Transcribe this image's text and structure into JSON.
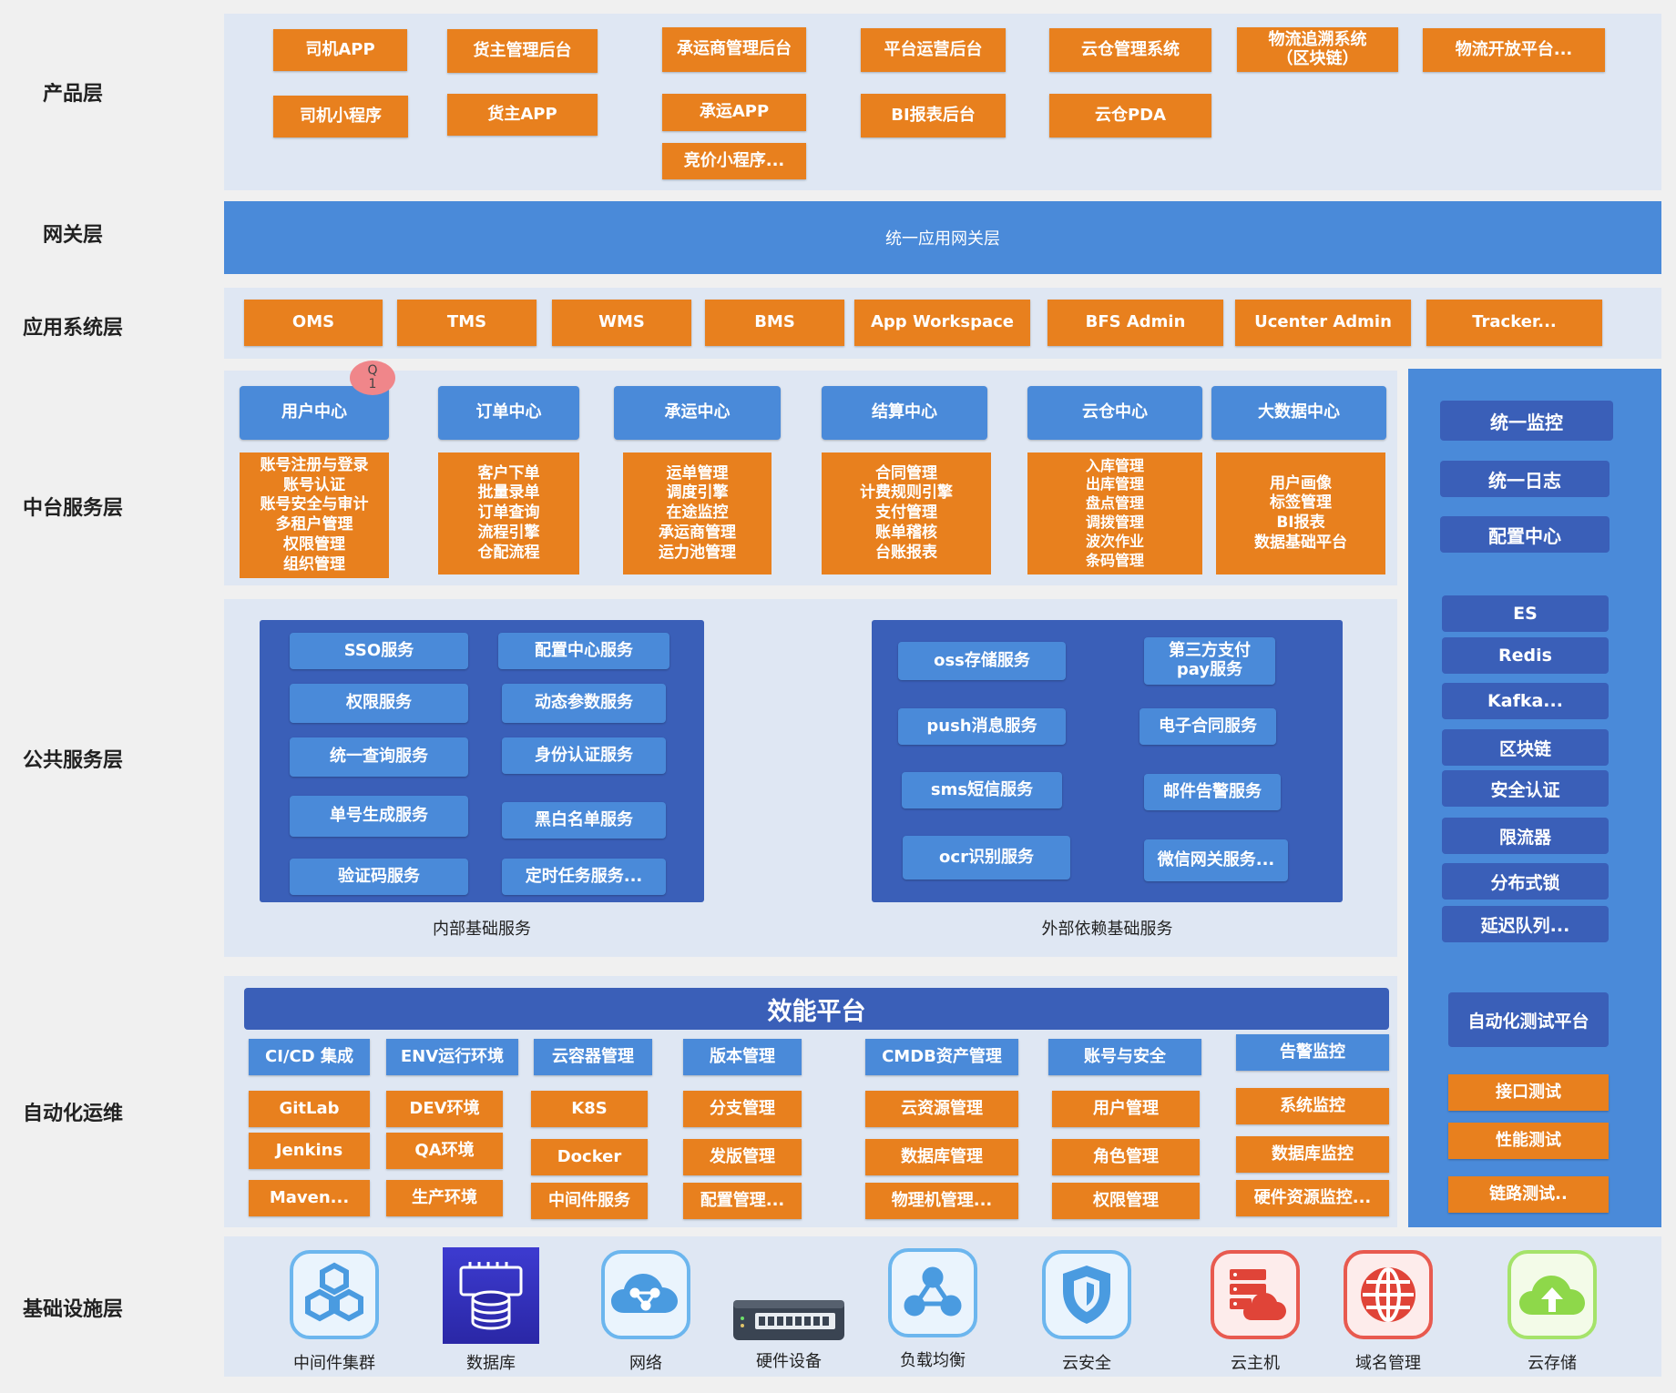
{
  "layers": {
    "product": "产品层",
    "gateway": "网关层",
    "app": "应用系统层",
    "middle": "中台服务层",
    "public": "公共服务层",
    "ops": "自动化运维",
    "infra": "基础设施层"
  },
  "product": {
    "driver_app": "司机APP",
    "shipper_admin": "货主管理后台",
    "carrier_admin": "承运商管理后台",
    "platform_admin": "平台运营后台",
    "cloud_wms": "云仓管理系统",
    "trace_system": "物流追溯系统\n（区块链）",
    "open_platform": "物流开放平台...",
    "driver_mini": "司机小程序",
    "shipper_app": "货主APP",
    "carrier_app": "承运APP",
    "bi_admin": "BI报表后台",
    "cloud_pda": "云仓PDA",
    "bid_mini": "竞价小程序..."
  },
  "gateway": {
    "label": "统一应用网关层"
  },
  "apps": [
    "OMS",
    "TMS",
    "WMS",
    "BMS",
    "App Workspace",
    "BFS Admin",
    "Ucenter Admin",
    "Tracker..."
  ],
  "comment_badge": "Q\n1",
  "middle": {
    "centers": [
      {
        "title": "用户中心",
        "items": [
          "账号注册与登录",
          "账号认证",
          "账号安全与审计",
          "多租户管理",
          "权限管理",
          "组织管理"
        ]
      },
      {
        "title": "订单中心",
        "items": [
          "客户下单",
          "批量录单",
          "订单查询",
          "流程引擎",
          "仓配流程"
        ]
      },
      {
        "title": "承运中心",
        "items": [
          "运单管理",
          "调度引擎",
          "在途监控",
          "承运商管理",
          "运力池管理"
        ]
      },
      {
        "title": "结算中心",
        "items": [
          "合同管理",
          "计费规则引擎",
          "支付管理",
          "账单稽核",
          "台账报表"
        ]
      },
      {
        "title": "云仓中心",
        "items": [
          "入库管理",
          "出库管理",
          "盘点管理",
          "调拨管理",
          "波次作业",
          "条码管理"
        ]
      },
      {
        "title": "大数据中心",
        "items": [
          "用户画像",
          "标签管理",
          "BI报表",
          "数据基础平台"
        ]
      }
    ]
  },
  "public": {
    "internal": {
      "caption": "内部基础服务",
      "sso": "SSO服务",
      "config": "配置中心服务",
      "perm": "权限服务",
      "dynparam": "动态参数服务",
      "query": "统一查询服务",
      "auth": "身份认证服务",
      "serial": "单号生成服务",
      "blacklist": "黑白名单服务",
      "captcha": "验证码服务",
      "cron": "定时任务服务..."
    },
    "external": {
      "caption": "外部依赖基础服务",
      "oss": "oss存储服务",
      "pay": "第三方支付\npay服务",
      "push": "push消息服务",
      "econtract": "电子合同服务",
      "sms": "sms短信服务",
      "mail": "邮件告警服务",
      "ocr": "ocr识别服务",
      "wechat": "微信网关服务..."
    }
  },
  "right": {
    "monitor": "统一监控",
    "log": "统一日志",
    "config": "配置中心",
    "mw": [
      "ES",
      "Redis",
      "Kafka...",
      "区块链",
      "安全认证",
      "限流器",
      "分布式锁",
      "延迟队列..."
    ],
    "test_platform": "自动化测试平台",
    "tests": [
      "接口测试",
      "性能测试",
      "链路测试.."
    ]
  },
  "ops": {
    "title": "效能平台",
    "columns": [
      {
        "head": "CI/CD 集成",
        "items": [
          "GitLab",
          "Jenkins",
          "Maven..."
        ]
      },
      {
        "head": "ENV运行环境",
        "items": [
          "DEV环境",
          "QA环境",
          "生产环境"
        ]
      },
      {
        "head": "云容器管理",
        "items": [
          "K8S",
          "Docker",
          "中间件服务"
        ]
      },
      {
        "head": "版本管理",
        "items": [
          "分支管理",
          "发版管理",
          "配置管理..."
        ]
      },
      {
        "head": "CMDB资产管理",
        "items": [
          "云资源管理",
          "数据库管理",
          "物理机管理..."
        ]
      },
      {
        "head": "账号与安全",
        "items": [
          "用户管理",
          "角色管理",
          "权限管理"
        ]
      },
      {
        "head": "告警监控",
        "items": [
          "系统监控",
          "数据库监控",
          "硬件资源监控..."
        ]
      }
    ]
  },
  "infra": {
    "items": [
      {
        "label": "中间件集群",
        "icon": "hexagon-cluster-icon"
      },
      {
        "label": "数据库",
        "icon": "database-icon"
      },
      {
        "label": "网络",
        "icon": "cloud-network-icon"
      },
      {
        "label": "硬件设备",
        "icon": "network-switch-icon"
      },
      {
        "label": "负载均衡",
        "icon": "load-balancer-icon"
      },
      {
        "label": "云安全",
        "icon": "shield-icon"
      },
      {
        "label": "云主机",
        "icon": "cloud-server-icon"
      },
      {
        "label": "域名管理",
        "icon": "globe-icon"
      },
      {
        "label": "云存储",
        "icon": "cloud-upload-icon"
      }
    ]
  }
}
